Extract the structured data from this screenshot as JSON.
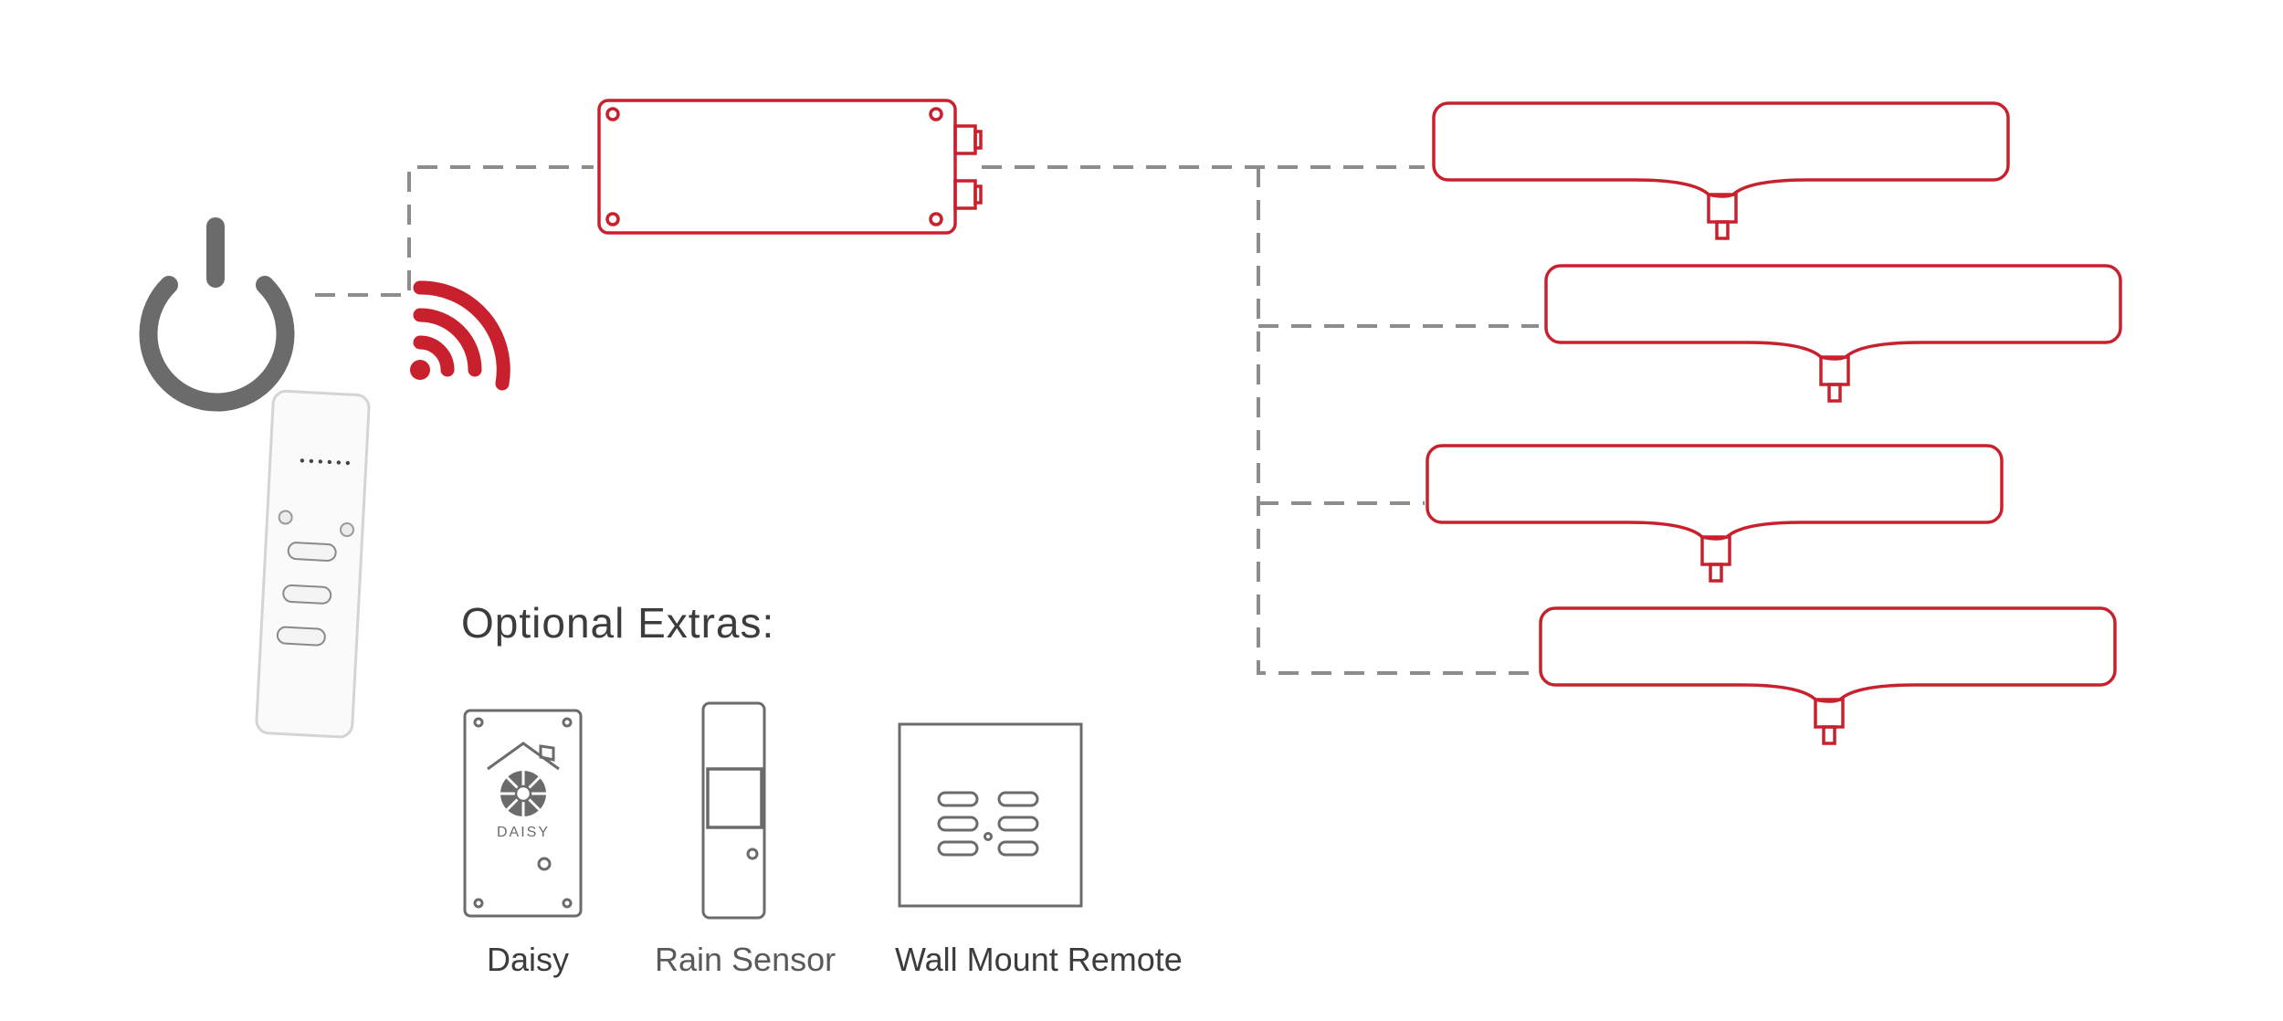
{
  "optional_extras": {
    "heading": "Optional Extras:",
    "items": [
      {
        "name": "daisy",
        "label": "Daisy",
        "device_text": "DAISY"
      },
      {
        "name": "rain-sensor",
        "label": "Rain Sensor"
      },
      {
        "name": "wall-mount-remote",
        "label": "Wall Mount Remote"
      }
    ]
  },
  "colors": {
    "accent_red": "#c8202c",
    "icon_grey": "#6b6b6b",
    "connector_dash": "#8c8c8c",
    "text": "#3c3c3c"
  },
  "icons": [
    "power-icon",
    "wireless-signal-icon",
    "handheld-remote",
    "control-box",
    "heater-unit",
    "daisy-hub",
    "rain-sensor",
    "wall-mount-remote"
  ]
}
